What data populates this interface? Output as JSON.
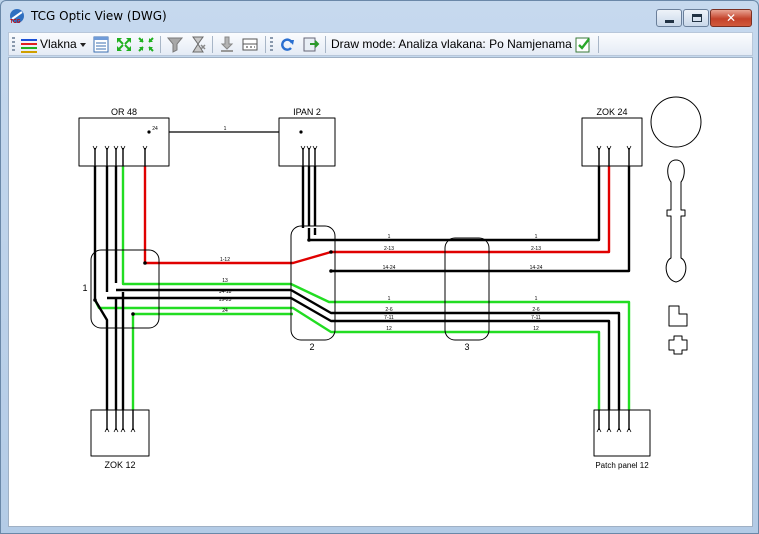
{
  "window": {
    "title": "TCG Optic View (DWG)"
  },
  "toolbar": {
    "vlakna_label": "Vlakna",
    "draw_mode_label": "Draw mode: Analiza vlakana: Po Namjenama"
  },
  "diagram": {
    "colors": {
      "black": "#000000",
      "red": "#e00000",
      "green": "#22dd22"
    },
    "nodes": {
      "or48": "OR 48",
      "ipan2": "IPAN 2",
      "zok24": "ZOK 24",
      "zok12": "ZOK 12",
      "patch12": "Patch panel 12",
      "splice1": "1",
      "splice2": "2",
      "splice3": "3"
    },
    "labels": {
      "or_ipan": "1",
      "red_mid": "1-12",
      "green_13": "13",
      "l_14_18": "14-18",
      "l_19_23": "19-23",
      "l_24": "24",
      "r_1": "1",
      "r_2_13": "2-13",
      "r_14_24": "14-24",
      "p_1": "1",
      "p_2_6": "2-6",
      "p_7_11": "7-11",
      "p_12": "12",
      "or_top": "24"
    }
  }
}
